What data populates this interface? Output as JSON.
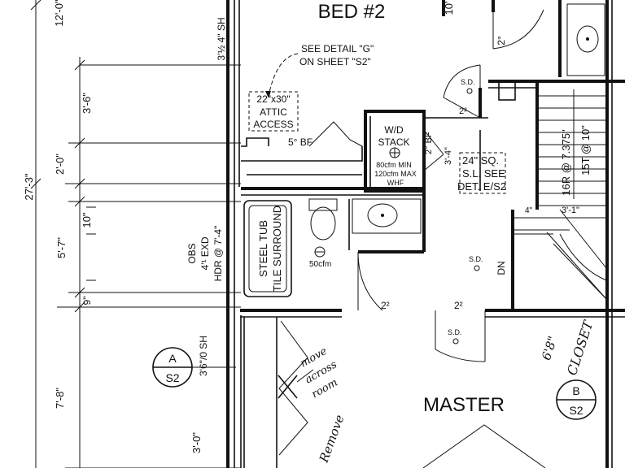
{
  "rooms": {
    "bed2": "BED #2",
    "master": "MASTER",
    "closet": "CLOSET"
  },
  "dimensions": {
    "overall": "27'-3\"",
    "top_left": "12'-0\"",
    "d1": "3'-6\"",
    "d2": "2'-0\"",
    "d3": "10\"",
    "d4": "5'-7\"",
    "d5": "9\"",
    "d6": "7'-8\"",
    "d7": "3'-0\"",
    "d8": "10'",
    "sh_top": "3'½ 4\" SH",
    "sh_left": "3'6\"/0 SH",
    "bf_5": "5° BF",
    "bf_2": "2° BF",
    "d_2c_top": "2°",
    "d_2c_hall": "2²",
    "d_2c_bath": "2²",
    "d_2c_master": "2²",
    "d_3": "3'-4\"",
    "d_3_1": "3'-1\"",
    "d_4": "4\"",
    "stair_rise": "16R @ 7.375\"",
    "stair_run": "15T @ 10\"",
    "closet_width": "6'8\""
  },
  "notes": {
    "detail_g_line1": "SEE DETAIL \"G\"",
    "detail_g_line2": "ON SHEET \"S2\"",
    "attic_line1": "22\"x30\"",
    "attic_line2": "ATTIC",
    "attic_line3": "ACCESS",
    "wd_line1": "W/D",
    "wd_line2": "STACK",
    "wd_line3": "80cfm MIN",
    "wd_line4": "120cfm MAX",
    "wd_line5": "WHF",
    "sq_line1": "24\" SQ.",
    "sq_line2": "S.L. SEE",
    "sq_line3": "DET. E/S2",
    "tub_line1": "STEEL TUB",
    "tub_line2": "TILE SURROUND",
    "fan": "50cfm",
    "obs_line1": "OBS",
    "obs_line2": "4'¹ EXD",
    "obs_line3": "HDR @ 7'-4\"",
    "sd": "S.D.",
    "dn": "DN",
    "move_line1": "move",
    "move_line2": "across",
    "move_line3": "room",
    "remove": "Remove"
  },
  "sections": {
    "a_letter": "A",
    "a_sheet": "S2",
    "b_letter": "B",
    "b_sheet": "S2"
  }
}
